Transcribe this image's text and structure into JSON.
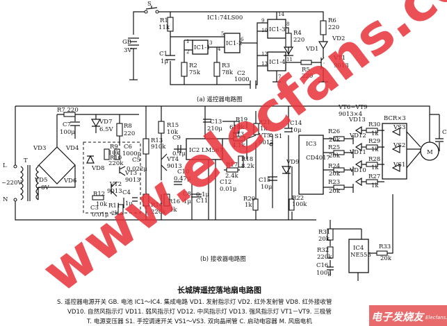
{
  "transmitter": {
    "caption": "(a) 遥控器电路图",
    "ic_label": "IC1:74LS00",
    "labels": {
      "S": "S",
      "GB": "GB",
      "GB_v": "3V",
      "R1": "R1",
      "R1_v": "11k",
      "C1": "C1",
      "C1_v": "1μ",
      "R2": "R2",
      "R2_v": "75k",
      "R3": "R3",
      "R3_v": "78k",
      "C2": "C2",
      "C2_v": "1000",
      "IC1_1": "IC1-1",
      "IC1_2": "IC1-2",
      "IC1_3": "IC1-3",
      "IC1_4": "IC1-4",
      "R4": "R4",
      "R4_v": "220",
      "VD1": "VD1",
      "R6": "R6",
      "R6_v": "220",
      "VD2": "VD2",
      "VT1": "VT1",
      "VT1_v": "9013",
      "R5": "R5",
      "R5_v": "220"
    },
    "pins": {
      "p1": "1",
      "p2": "2",
      "p3": "3",
      "p4": "4",
      "p5": "5",
      "p6": "6",
      "p7": "7",
      "p8": "8",
      "p9": "9",
      "p10": "10",
      "p11": "11",
      "p12": "12",
      "p13": "13",
      "p14": "14"
    }
  },
  "receiver": {
    "caption": "(b) 接收器电路图",
    "labels": {
      "L": "L",
      "N": "N",
      "AC": "~220V",
      "T": "T",
      "VD3": "VD3",
      "VD4": "VD4",
      "VD5": "VD5",
      "VD5_v": "~8V",
      "VD6": "VD6",
      "R7": "R7  220",
      "C7": "C7",
      "C7_v": "100μ",
      "VD7": "VD7",
      "VD7_v": "6.5V",
      "R8": "R8",
      "R8_v": "220",
      "VD8": "VD8",
      "R9": "R9",
      "R9_v": "10k",
      "R10": "R10",
      "R10_v": "220k",
      "C6": "C6",
      "C6_v": "1000p",
      "C5": "C5",
      "C5_v": "0.022μ",
      "VT3": "VT3",
      "VT3_v": "9013",
      "VT2": "VT2",
      "VT2_v": "9013",
      "R12": "R12",
      "R12_v": "10k",
      "C3": "C3",
      "C3_v": "0.01μ",
      "C4": "C4",
      "C4_v": "1μ",
      "R11": "R11",
      "R11_v": "2k",
      "R13a": "R13",
      "R13a_v": "910k",
      "R15": "R15",
      "R15_v": "10k",
      "C9": "C9",
      "C9_v": "0.1μ",
      "VT4": "VT4",
      "VT4_v": "9013",
      "R14": "R14",
      "R14_v": "220k",
      "R16": "R16",
      "R16_v": "1k",
      "C8": "C8",
      "C8_v": "1μ",
      "C10": "C10",
      "C10_v": "0.47μ",
      "C11": "C11",
      "C11_v": "0.1μ",
      "C13": "C13",
      "C13_v": "210μ",
      "IC2": "IC2 LM567",
      "R19": "R19",
      "R19_v": "610k",
      "R13b": "R13",
      "R13b_v": "4.1k",
      "R18": "R18",
      "R18_v": "8.2k",
      "R17": "R17",
      "R17_v": "2.4k",
      "C12": "C12",
      "C12_v": "0.01μ",
      "R21": "R21",
      "R21_v": "1k",
      "VT5": "VT5",
      "VT5_v": "9012",
      "S1": "S1",
      "C14": "C14",
      "C14_v": "10μ",
      "C15": "C15",
      "C15_v": "10μ",
      "R20": "R20",
      "R20_v": "1k",
      "VD9": "VD9",
      "R22": "R22",
      "R22_v": "100k",
      "IC3": "IC3",
      "IC3_v": "CD4017",
      "R26": "R26",
      "R26_v": "20k",
      "R25": "R25",
      "R25_v": "20k",
      "R24": "R24",
      "R24_v": "20k",
      "R23": "R23",
      "R23_v": "20k",
      "VT6_9": "VT6~VT9",
      "VT6_9_v": "9013×4",
      "VD13": "VD13",
      "VD12": "VD12",
      "VD11": "VD11",
      "VD10": "VD10",
      "R30": "R30",
      "R30_v": "1k",
      "R29": "R29",
      "R29_v": "1k",
      "R28": "R28",
      "R28_v": "1k",
      "R27": "R27",
      "R27_v": "1k",
      "BCR": "BCR×3",
      "VS3": "VS3",
      "VS2": "VS2",
      "VS1": "VS1",
      "M": "M",
      "C": "C",
      "R31": "R31",
      "R31_v": "20k",
      "R32": "R32",
      "R32_v": "220k",
      "C16": "C16",
      "C16_v": "100μ",
      "IC4": "IC4",
      "IC4_v": "NE555",
      "R33": "R33",
      "R33_v": "20k"
    }
  },
  "title": "长城牌遥控落地扇电路图",
  "legend": [
    "S. 遥控器电源开关   GB. 电池   IC1～IC4. 集成电路   VD1. 发射指示灯   VD2. 红外发射管   VD8. 红外接收管",
    "VD10. 自然风指示灯   VD11. 弱风指示灯   VD12. 中风指示灯   VD13. 强风指示灯   VT1－VT9. 三极管",
    "T. 电源变压器   S1. 手控调速开关   VS1～VS3. 双向晶闸管   C. 启动电容器   M. 风扇电机"
  ],
  "watermark": "www.elecfans.com",
  "logo": {
    "main": "电子发烧友",
    "sub": "Elecfans.com"
  }
}
